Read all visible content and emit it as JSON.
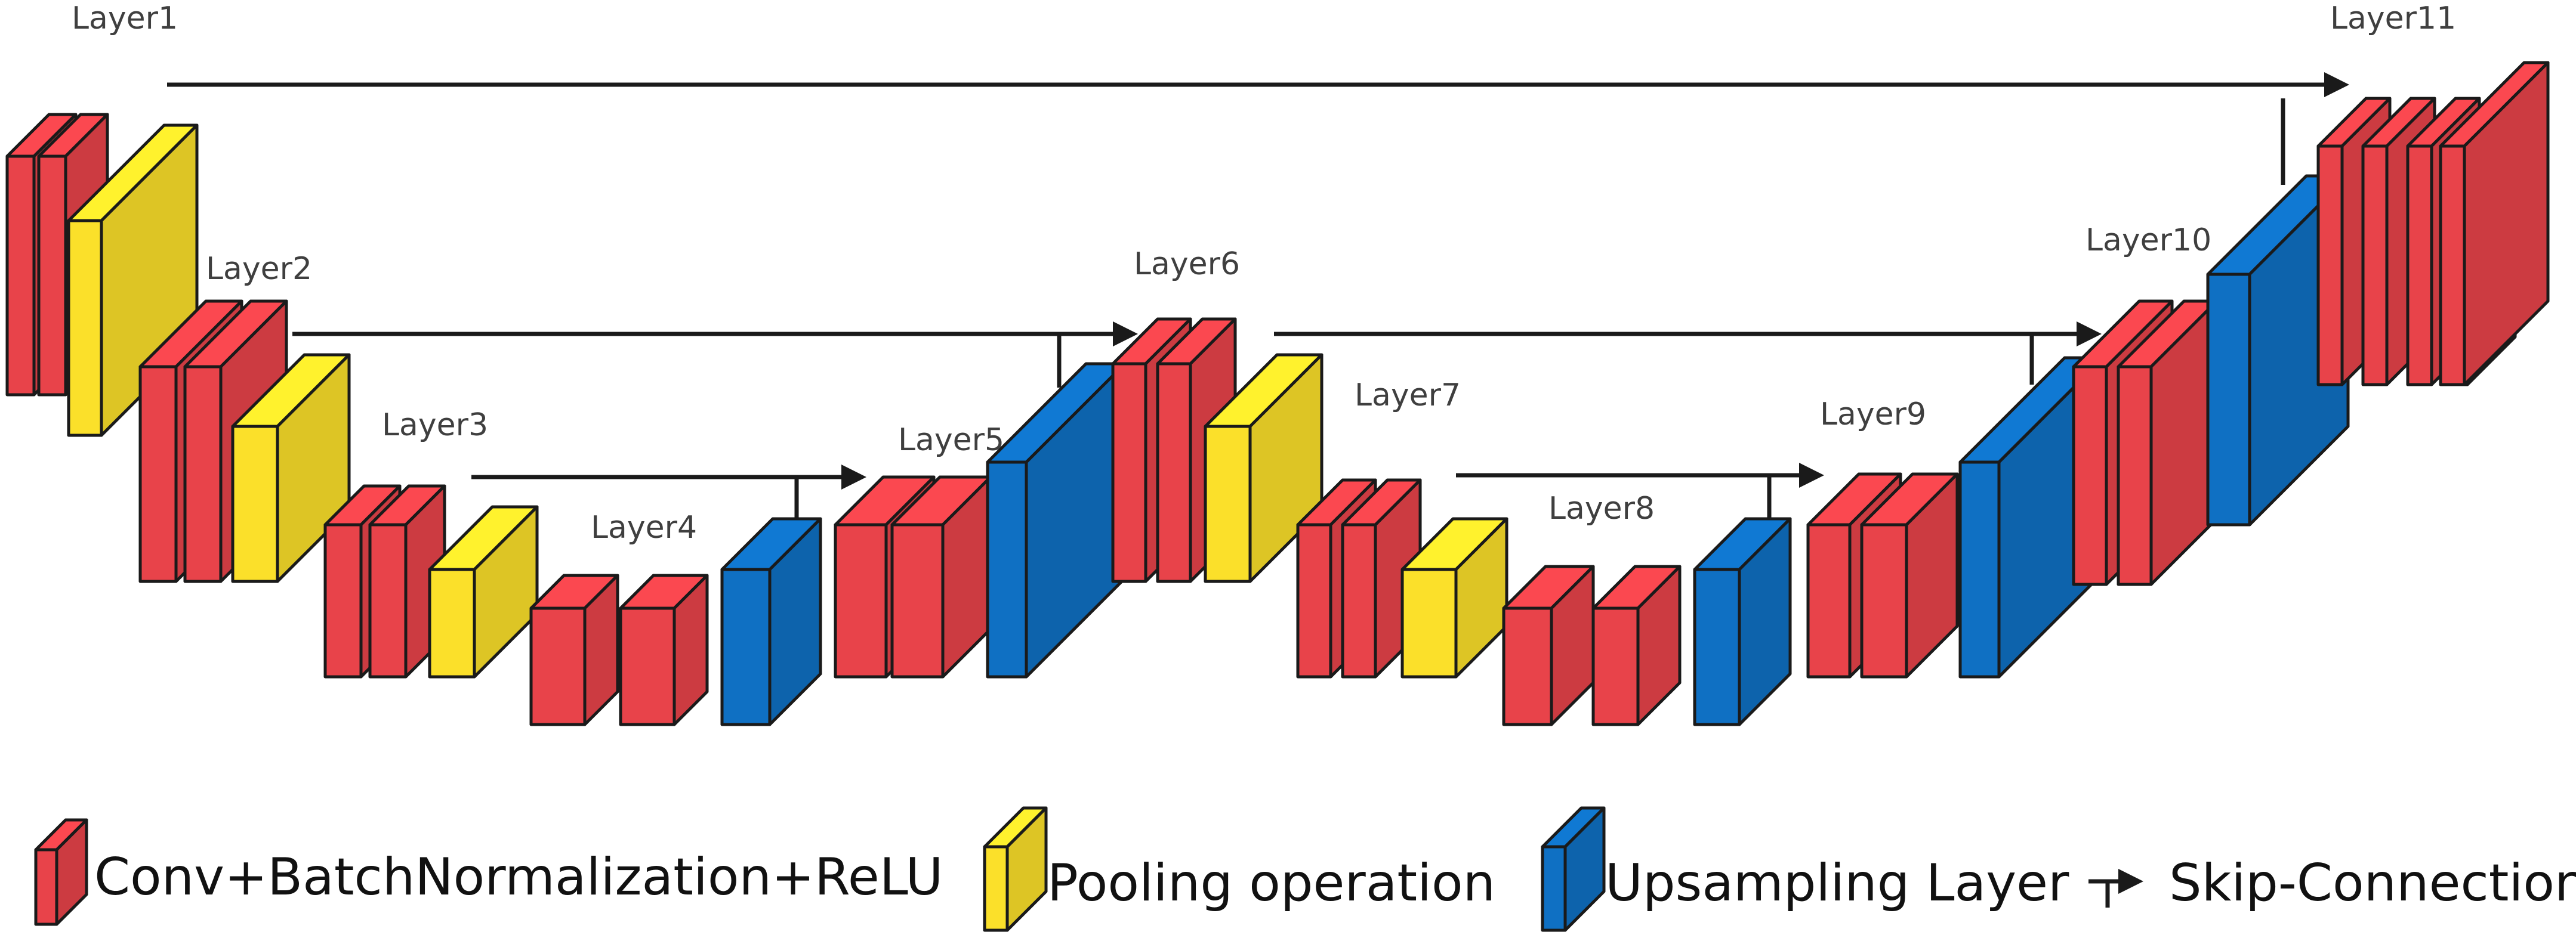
{
  "colors": {
    "conv": "#e8434a",
    "pool": "#fbe02a",
    "up": "#0f70c3",
    "outline": "#1a1a1a",
    "arrow": "#1a1a1a"
  },
  "layers": {
    "l1": "Layer1",
    "l2": "Layer2",
    "l3": "Layer3",
    "l4": "Layer4",
    "l5": "Layer5",
    "l6": "Layer6",
    "l7": "Layer7",
    "l8": "Layer8",
    "l9": "Layer9",
    "l10": "Layer10",
    "l11": "Layer11"
  },
  "legend": {
    "conv": "Conv+BatchNormalization+ReLU",
    "pool": "Pooling operation",
    "up": "Upsampling Layer",
    "skip": "Skip-Connection"
  }
}
